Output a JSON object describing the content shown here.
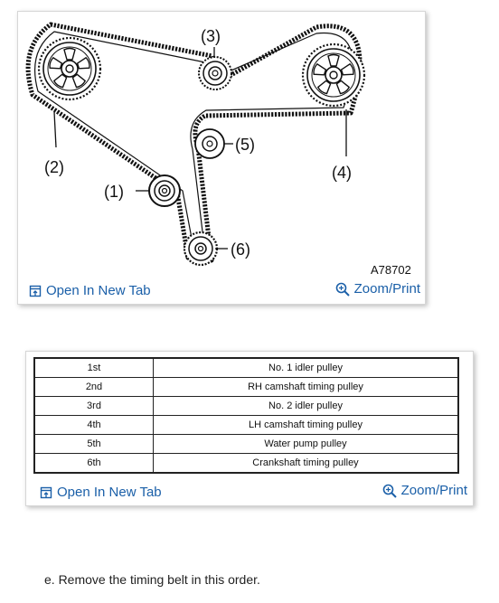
{
  "diagram": {
    "image_code": "A78702",
    "callouts": [
      "(1)",
      "(2)",
      "(3)",
      "(4)",
      "(5)",
      "(6)"
    ]
  },
  "links": {
    "open_label": "Open In New Tab",
    "zoom_label": "Zoom/Print"
  },
  "table": {
    "rows": [
      {
        "order": "1st",
        "part": "No. 1 idler pulley"
      },
      {
        "order": "2nd",
        "part": "RH camshaft timing pulley"
      },
      {
        "order": "3rd",
        "part": "No. 2 idler pulley"
      },
      {
        "order": "4th",
        "part": "LH camshaft timing pulley"
      },
      {
        "order": "5th",
        "part": "Water pump pulley"
      },
      {
        "order": "6th",
        "part": "Crankshaft timing pulley"
      }
    ]
  },
  "instruction": "e. Remove the timing belt in this order.",
  "colors": {
    "link": "#1a5fa8"
  }
}
